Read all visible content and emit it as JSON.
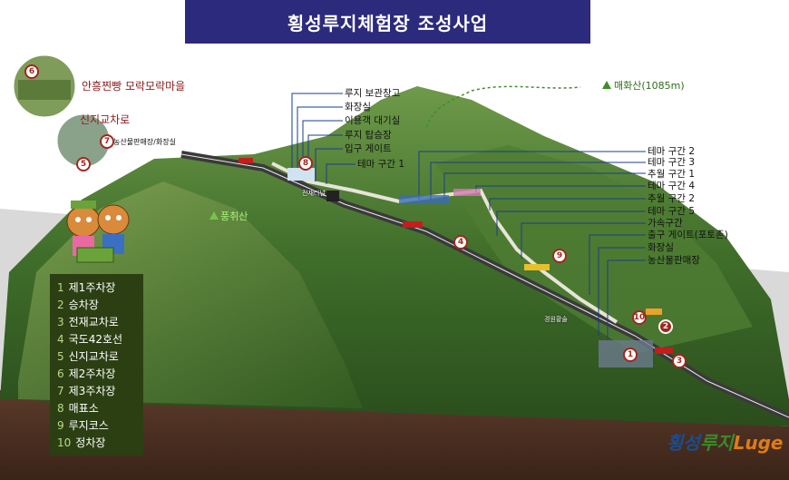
{
  "title": "횡성루지체험장 조성사업",
  "peaks": {
    "maehwa": "매화산(1085m)",
    "pungchwi": "풍취산"
  },
  "left_labels": {
    "village": "안흥찐빵 모락모락마을",
    "intersection": "신지교차로",
    "store": "농산물판매장/화장실"
  },
  "facility_labels": [
    "루지 보관창고",
    "화장실",
    "이용객 대기실",
    "루지 탑승장",
    "입구 게이트",
    "테마 구간 1"
  ],
  "right_labels": [
    "테마 구간 2",
    "테마 구간 3",
    "추월 구간 1",
    "테마 구간 4",
    "추월 구간 2",
    "테마 구간 5",
    "가속구간",
    "출구 게이트(포토존)",
    "화장실",
    "농산물판매장"
  ],
  "small_labels": {
    "tunnel": "전재터널",
    "village2": "경원황술"
  },
  "legend": [
    {
      "num": "1",
      "label": "제1주차장"
    },
    {
      "num": "2",
      "label": "승차장"
    },
    {
      "num": "3",
      "label": "전재교차로"
    },
    {
      "num": "4",
      "label": "국도42호선"
    },
    {
      "num": "5",
      "label": "신지교차로"
    },
    {
      "num": "6",
      "label": "제2주차장"
    },
    {
      "num": "7",
      "label": "제3주차장"
    },
    {
      "num": "8",
      "label": "매표소"
    },
    {
      "num": "9",
      "label": "루지코스"
    },
    {
      "num": "10",
      "label": "정차장"
    }
  ],
  "markers": [
    "1",
    "2",
    "3",
    "4",
    "5",
    "6",
    "7",
    "8",
    "9",
    "10"
  ],
  "brand": {
    "a": "횡성",
    "b": "루지",
    "c": "Luge"
  },
  "colors": {
    "title_bg": "#2c2a7c",
    "legend_bg": "#2c3f12",
    "marker": "#a0281e"
  }
}
